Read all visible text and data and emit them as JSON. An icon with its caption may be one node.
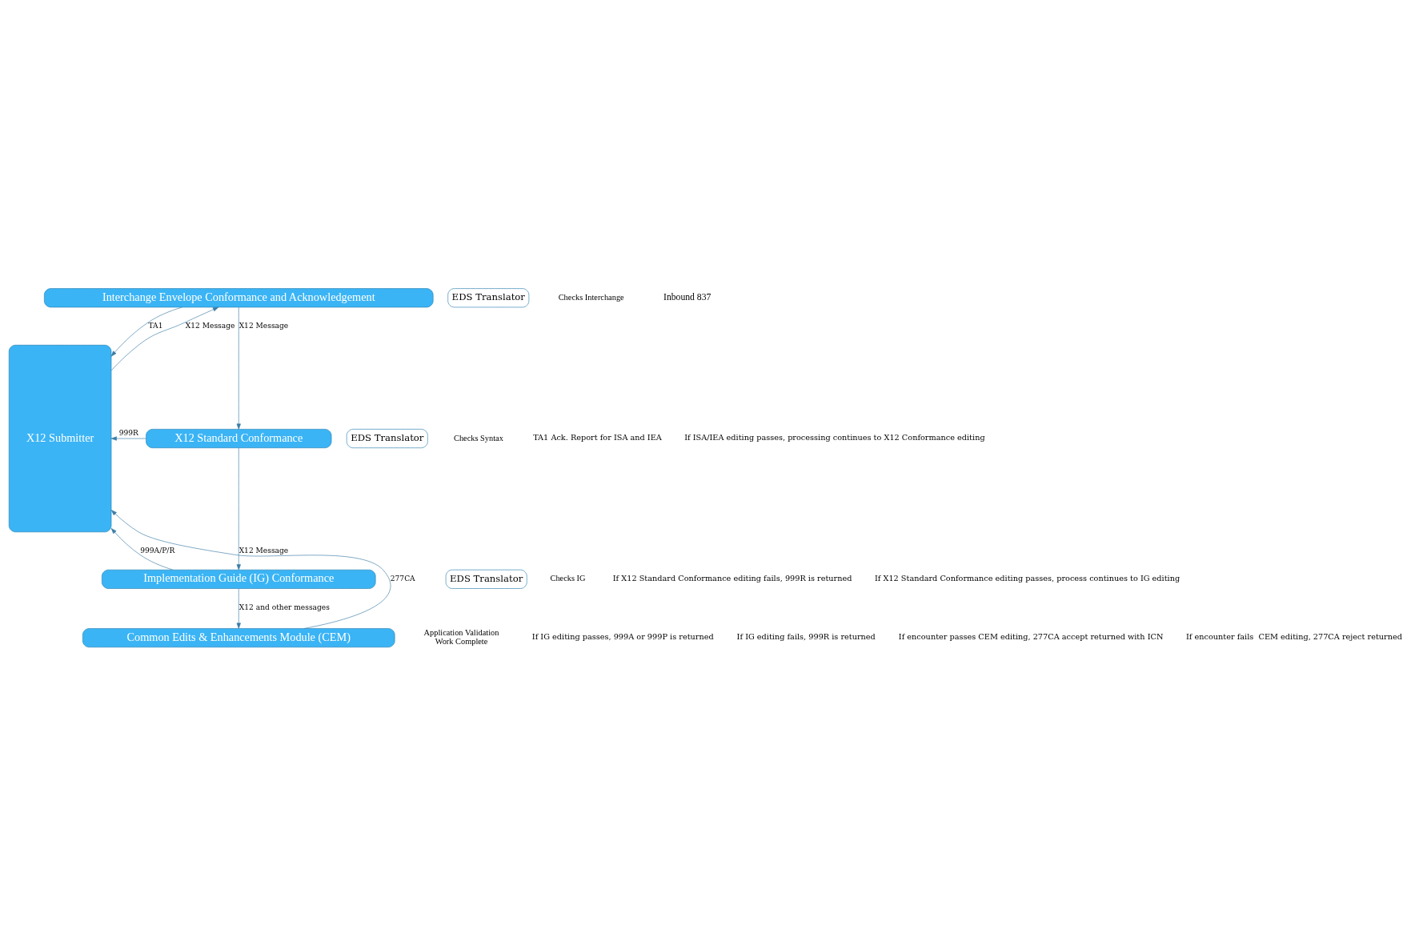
{
  "diagram": {
    "nodes": [
      {
        "text": [
          "X12 Submitter"
        ]
      },
      {
        "text": [
          "Interchange Envelope Conformance and Acknowledgement"
        ]
      },
      {
        "text": [
          "EDS Translator"
        ],
        "beside": [
          "Checks Interchange"
        ]
      },
      {
        "text": [
          "X12 Standard Conformance"
        ]
      },
      {
        "text": [
          "EDS Translator"
        ],
        "beside": [
          "Checks Syntax"
        ]
      },
      {
        "text": [
          "Implementation Guide (IG) Conformance"
        ]
      },
      {
        "text": [
          "EDS Translator"
        ],
        "beside": [
          "Checks IG"
        ]
      },
      {
        "text": [
          "Common Edits & Enhancements Module (CEM)"
        ],
        "beside": [
          "Application Validation",
          "Work Complete"
        ]
      }
    ],
    "edges": [
      {
        "from": 0,
        "to": 1,
        "arrow": "to",
        "label": "X12 Message"
      },
      {
        "from": 1,
        "to": 0,
        "arrow": "to",
        "label": "TA1"
      },
      {
        "from": 1,
        "to": 3,
        "arrow": "to",
        "label": "X12 Message"
      },
      {
        "from": 3,
        "to": 0,
        "arrow": "to",
        "label": "999R"
      },
      {
        "from": 3,
        "to": 5,
        "arrow": "to",
        "label": "X12 Message"
      },
      {
        "from": 5,
        "to": 0,
        "arrow": "to",
        "label": "999A/P/R"
      },
      {
        "from": 5,
        "to": 7,
        "arrow": "to",
        "label": "X12 and other messages"
      },
      {
        "from": 7,
        "to": 0,
        "arrow": "to",
        "label": "277CA"
      }
    ],
    "labels": [
      "Inbound 837",
      "TA1 Ack. Report for ISA and IEA",
      "If ISA/IEA editing passes, processing continues to X12 Conformance editing",
      "If X12 Standard Conformance editing fails, 999R is returned",
      "If X12 Standard Conformance editing passes, process continues to IG editing",
      "If IG editing passes, 999A or 999P is returned",
      "If IG editing fails, 999R is returned",
      "If encounter passes CEM editing, 277CA accept returned with ICN",
      "If encounter fails  CEM editing, 277CA reject returned"
    ]
  }
}
